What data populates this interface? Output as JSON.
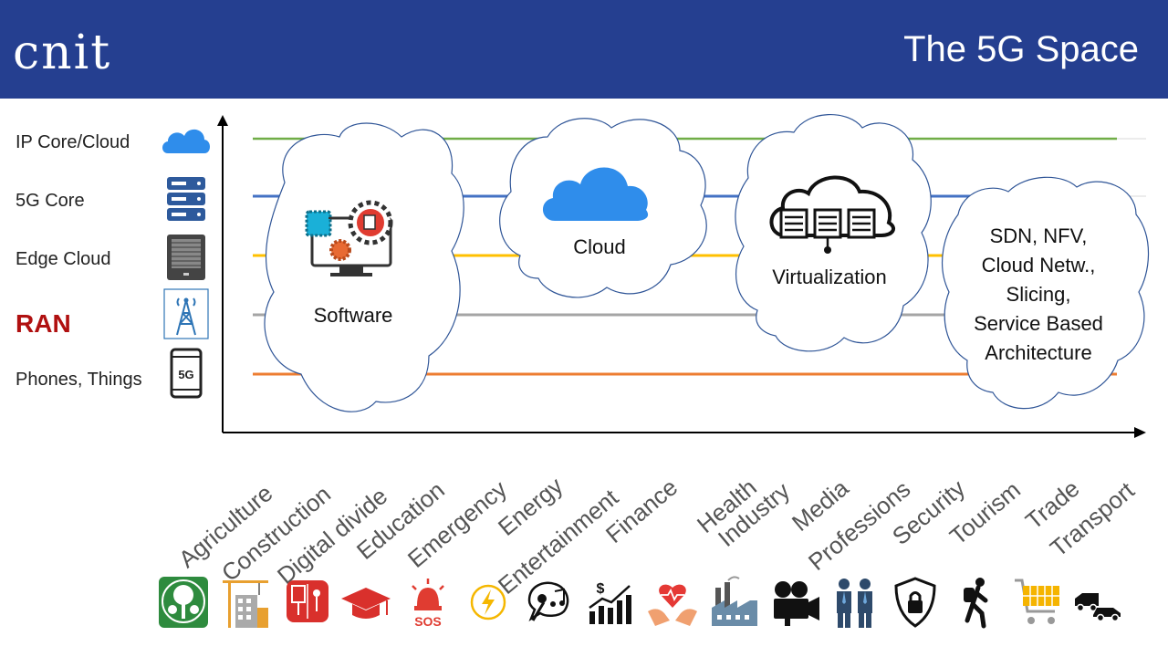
{
  "header": {
    "logo": "cnit",
    "title": "The 5G Space"
  },
  "layers": [
    {
      "label": "IP Core/Cloud",
      "icon": "cloud-icon",
      "color": "#70AD47"
    },
    {
      "label": "5G Core",
      "icon": "server-rack-icon",
      "color": "#4472C4"
    },
    {
      "label": "Edge Cloud",
      "icon": "edge-server-icon",
      "color": "#FFC000"
    },
    {
      "label": "RAN",
      "icon": "antenna-tower-icon",
      "color": "#A5A5A5"
    },
    {
      "label": "Phones, Things",
      "icon": "5g-phone-icon",
      "color": "#ED7D31"
    }
  ],
  "clouds": [
    {
      "label": "Software",
      "icon": "software-gears-icon"
    },
    {
      "label": "Cloud",
      "icon": "cloud-icon"
    },
    {
      "label": "Virtualization",
      "icon": "cloud-servers-icon"
    },
    {
      "lines": [
        "SDN, NFV,",
        "Cloud Netw.,",
        "Slicing,",
        "Service Based",
        "Architecture"
      ]
    }
  ],
  "sectors": [
    {
      "label": "Agriculture",
      "icon": "tree-icon"
    },
    {
      "label": "Construction",
      "icon": "crane-building-icon"
    },
    {
      "label": "Digital divide",
      "icon": "digital-divide-icon"
    },
    {
      "label": "Education",
      "icon": "graduation-cap-icon"
    },
    {
      "label": "Emergency",
      "icon": "sos-alarm-icon"
    },
    {
      "label": "Energy",
      "icon": "lightning-icon"
    },
    {
      "label": "Entertainment",
      "icon": "microphone-music-icon"
    },
    {
      "label": "Finance",
      "icon": "dollar-chart-icon"
    },
    {
      "label": "Health",
      "icon": "heart-hands-icon"
    },
    {
      "label": "Industry",
      "icon": "factory-icon"
    },
    {
      "label": "Media",
      "icon": "video-camera-icon"
    },
    {
      "label": "Professions",
      "icon": "business-people-icon"
    },
    {
      "label": "Security",
      "icon": "shield-lock-icon"
    },
    {
      "label": "Tourism",
      "icon": "hiker-icon"
    },
    {
      "label": "Trade",
      "icon": "shopping-cart-icon"
    },
    {
      "label": "Transport",
      "icon": "vehicles-icon"
    }
  ]
}
